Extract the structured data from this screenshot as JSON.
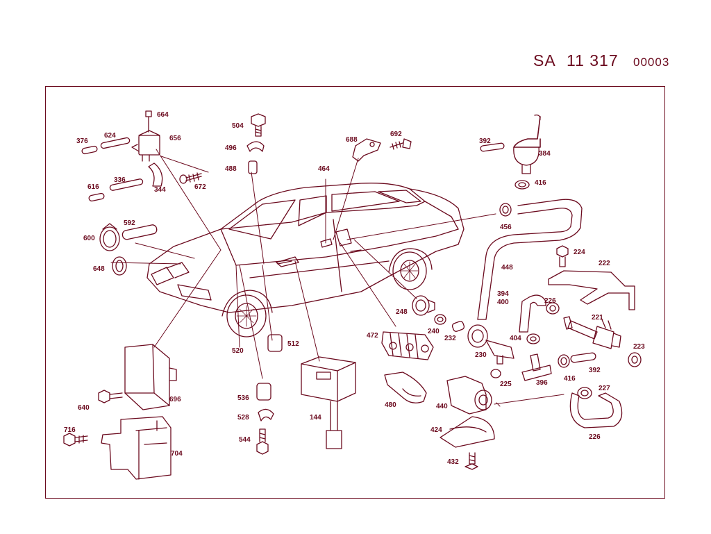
{
  "header": {
    "code": "SA",
    "group": "11 317",
    "sheet": "00003"
  },
  "colors": {
    "ink": "#6b0a1e",
    "background": "#ffffff"
  },
  "labels": {
    "l664": "664",
    "l656": "656",
    "l376": "376",
    "l624": "624",
    "l672": "672",
    "l616": "616",
    "l336": "336",
    "l344": "344",
    "l592": "592",
    "l600": "600",
    "l648": "648",
    "l504": "504",
    "l496": "496",
    "l488": "488",
    "l688": "688",
    "l692": "692",
    "l464": "464",
    "l392a": "392",
    "l384": "384",
    "l416a": "416",
    "l456": "456",
    "l448": "448",
    "l224": "224",
    "l222": "222",
    "l394": "394",
    "l400": "400",
    "l226a": "226",
    "l221": "221",
    "l248": "248",
    "l240": "240",
    "l232": "232",
    "l230": "230",
    "l404": "404",
    "l225": "225",
    "l396": "396",
    "l416b": "416",
    "l392b": "392",
    "l223": "223",
    "l227": "227",
    "l226b": "226",
    "l472": "472",
    "l520": "520",
    "l512": "512",
    "l696": "696",
    "l640": "640",
    "l536": "536",
    "l528": "528",
    "l544": "544",
    "l144": "144",
    "l480": "480",
    "l440": "440",
    "l424": "424",
    "l432": "432",
    "l716": "716",
    "l704": "704"
  }
}
